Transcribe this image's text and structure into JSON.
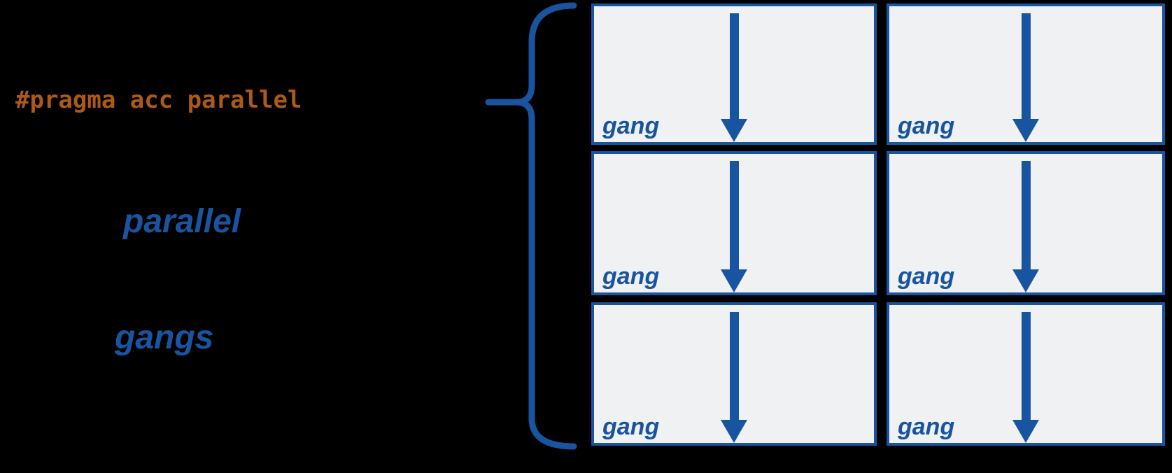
{
  "diagram": {
    "code_annotation": "#pragma acc parallel",
    "left_labels": {
      "parallel": "parallel",
      "gangs": "gangs"
    },
    "brace": {
      "shape": "left-curly-brace",
      "points_to": "code_annotation",
      "spans": "all-gang-boxes"
    },
    "grid": {
      "rows": 3,
      "columns": 2,
      "boxes": [
        {
          "label": "gang",
          "icon": "down-arrow"
        },
        {
          "label": "gang",
          "icon": "down-arrow"
        },
        {
          "label": "gang",
          "icon": "down-arrow"
        },
        {
          "label": "gang",
          "icon": "down-arrow"
        },
        {
          "label": "gang",
          "icon": "down-arrow"
        },
        {
          "label": "gang",
          "icon": "down-arrow"
        }
      ]
    },
    "colors": {
      "accent_blue": "#1954A0",
      "code_orange": "#AD5A18",
      "box_fill": "#F0F1F2",
      "background": "#000000"
    }
  }
}
